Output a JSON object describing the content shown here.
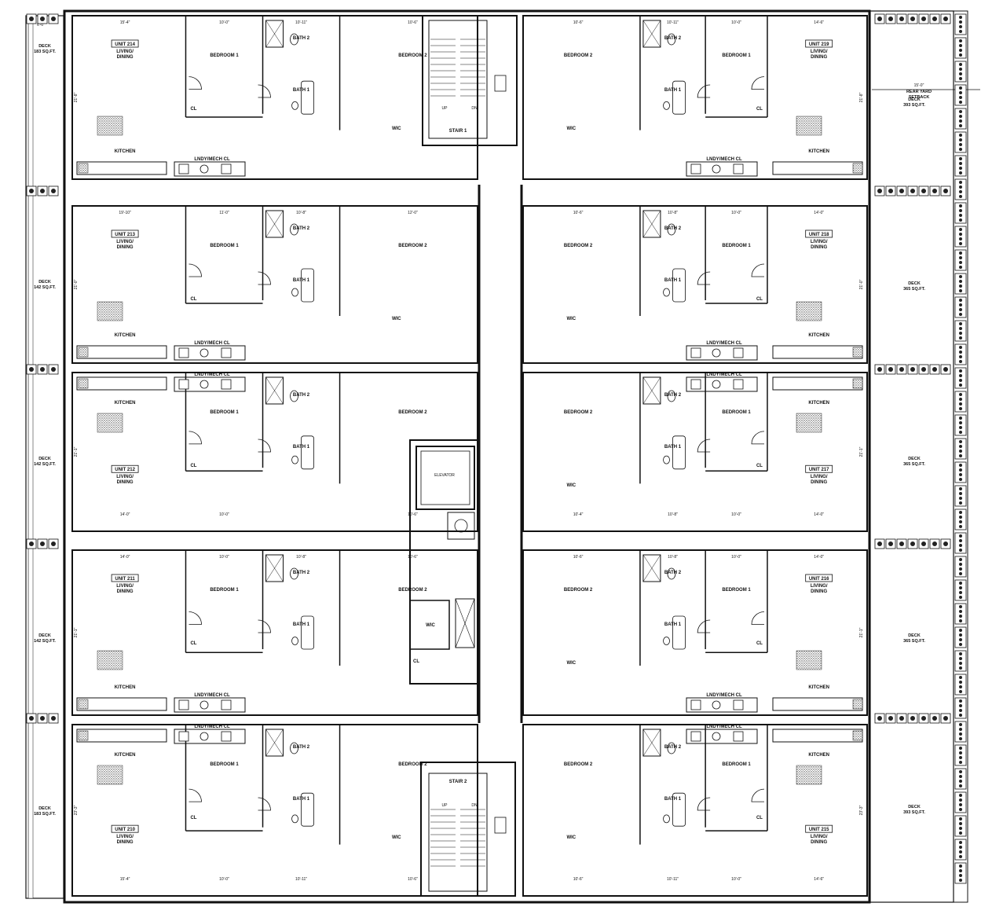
{
  "units": [
    {
      "id": "u214",
      "label": "UNIT 214",
      "rooms": [
        "LIVING/",
        "DINING"
      ],
      "kitchen": "KITCHEN",
      "bed1": "BEDROOM 1",
      "bed2": "BEDROOM 2",
      "bath1": "BATH 1",
      "bath2": "BATH 2",
      "wic": "WIC",
      "cl": "CL",
      "lndy": "LNDY/MECH CL",
      "dims": {
        "living": "15'-4\"",
        "bed1": "10'-0\"",
        "bath2": "10'-11\"",
        "bed2": "10'-6\"",
        "height": "21'-8\""
      }
    },
    {
      "id": "u213",
      "label": "UNIT 213",
      "rooms": [
        "LIVING/",
        "DINING"
      ],
      "kitchen": "KITCHEN",
      "bed1": "BEDROOM 1",
      "bed2": "BEDROOM 2",
      "bath1": "BATH 1",
      "bath2": "BATH 2",
      "wic": "WIC",
      "cl": "CL",
      "lndy": "LNDY/MECH CL",
      "dims": {
        "living": "19'-10\"",
        "bed1": "11'-0\"",
        "bath2": "10'-8\"",
        "bed2": "12'-0\"",
        "height": "21'-0\""
      }
    },
    {
      "id": "u212",
      "label": "UNIT 212",
      "rooms": [
        "LIVING/",
        "DINING"
      ],
      "kitchen": "KITCHEN",
      "bed1": "BEDROOM 1",
      "bed2": "BEDROOM 2",
      "bath1": "BATH 1",
      "bath2": "BATH 2",
      "cl": "CL",
      "lndy": "LNDY/MECH CL",
      "dims": {
        "living": "14'-0\"",
        "bed1": "10'-0\"",
        "bed2": "10'-6\"",
        "height": "21'-1\""
      }
    },
    {
      "id": "u211",
      "label": "UNIT 211",
      "rooms": [
        "LIVING/",
        "DINING"
      ],
      "kitchen": "KITCHEN",
      "bed1": "BEDROOM 1",
      "bed2": "BEDROOM 2",
      "bath1": "BATH 1",
      "bath2": "BATH 2",
      "cl": "CL",
      "lndy": "LNDY/MECH CL",
      "dims": {
        "living": "14'-0\"",
        "bed1": "10'-0\"",
        "bath2": "10'-8\"",
        "bed2": "10'-6\"",
        "height": "21'-1\""
      }
    },
    {
      "id": "u210",
      "label": "UNIT 210",
      "rooms": [
        "LIVING/",
        "DINING"
      ],
      "kitchen": "KITCHEN",
      "bed1": "BEDROOM 1",
      "bed2": "BEDROOM 2",
      "bath1": "BATH 1",
      "bath2": "BATH 2",
      "wic": "WIC",
      "cl": "CL",
      "lndy": "LNDY/MECH CL",
      "dims": {
        "living": "15'-4\"",
        "bed1": "10'-0\"",
        "bath2": "10'-11\"",
        "bed2": "10'-6\"",
        "height": "23'-3\""
      }
    },
    {
      "id": "u219",
      "label": "UNIT 219",
      "rooms": [
        "LIVING/",
        "DINING"
      ],
      "kitchen": "KITCHEN",
      "bed1": "BEDROOM 1",
      "bed2": "BEDROOM 2",
      "bath1": "BATH 1",
      "bath2": "BATH 2",
      "wic": "WIC",
      "cl": "CL",
      "lndy": "LNDY/MECH CL",
      "dims": {
        "living": "14'-6\"",
        "bed1": "10'-0\"",
        "bath2": "10'-11\"",
        "bed2": "10'-6\"",
        "height": "21'-8\""
      }
    },
    {
      "id": "u218",
      "label": "UNIT 218",
      "rooms": [
        "LIVING/",
        "DINING"
      ],
      "kitchen": "KITCHEN",
      "bed1": "BEDROOM 1",
      "bed2": "BEDROOM 2",
      "bath1": "BATH 1",
      "bath2": "BATH 2",
      "wic": "WIC",
      "cl": "CL",
      "lndy": "LNDY/MECH CL",
      "dims": {
        "living": "14'-0\"",
        "bed1": "10'-0\"",
        "bath2": "10'-8\"",
        "bed2": "10'-6\"",
        "height": "21'-0\""
      }
    },
    {
      "id": "u217",
      "label": "UNIT 217",
      "rooms": [
        "LIVING/",
        "DINING"
      ],
      "kitchen": "KITCHEN",
      "bed1": "BEDROOM 1",
      "bed2": "BEDROOM 2",
      "bath1": "BATH 1",
      "bath2": "BATH 2",
      "wic": "WIC",
      "cl": "CL",
      "lndy": "LNDY/MECH CL",
      "dims": {
        "living": "14'-0\"",
        "bed1": "10'-0\"",
        "bath2": "10'-8\"",
        "bed2": "10'-4\"",
        "height": "21'-1\""
      }
    },
    {
      "id": "u216",
      "label": "UNIT 216",
      "rooms": [
        "LIVING/",
        "DINING"
      ],
      "kitchen": "KITCHEN",
      "bed1": "BEDROOM 1",
      "bed2": "BEDROOM 2",
      "bath1": "BATH 1",
      "bath2": "BATH 2",
      "wic": "WIC",
      "cl": "CL",
      "lndy": "LNDY/MECH CL",
      "dims": {
        "living": "14'-0\"",
        "bed1": "10'-0\"",
        "bath2": "10'-8\"",
        "bed2": "10'-6\"",
        "height": "21'-1\""
      }
    },
    {
      "id": "u215",
      "label": "UNIT 215",
      "rooms": [
        "LIVING/",
        "DINING"
      ],
      "kitchen": "KITCHEN",
      "bed1": "BEDROOM 1",
      "bed2": "BEDROOM 2",
      "bath1": "BATH 1",
      "bath2": "BATH 2",
      "wic": "WIC",
      "cl": "CL",
      "lndy": "LNDY/MECH CL",
      "dims": {
        "living": "14'-6\"",
        "bed1": "10'-0\"",
        "bath2": "10'-11\"",
        "bed2": "10'-6\"",
        "height": "23'-3\""
      }
    }
  ],
  "core": {
    "stair1": "STAIR 1",
    "stair2": "STAIR 2",
    "elevator": "ELEVATOR",
    "up": "UP",
    "dn": "DN",
    "wic": "WIC",
    "cl": "CL"
  },
  "decks_left": [
    {
      "name": "DECK",
      "area": "183 SQ.FT."
    },
    {
      "name": "DECK",
      "area": "142 SQ.FT."
    },
    {
      "name": "DECK",
      "area": "142 SQ.FT."
    },
    {
      "name": "DECK",
      "area": "142 SQ.FT."
    },
    {
      "name": "DECK",
      "area": "183 SQ.FT."
    }
  ],
  "decks_right": [
    {
      "name": "DECK",
      "area": "393 SQ.FT."
    },
    {
      "name": "DECK",
      "area": "365 SQ.FT."
    },
    {
      "name": "DECK",
      "area": "365 SQ.FT."
    },
    {
      "name": "DECK",
      "area": "365 SQ.FT."
    },
    {
      "name": "DECK",
      "area": "393 SQ.FT."
    }
  ],
  "misc": {
    "left_deck_dim": "6'-0\"",
    "rear_setback_line1": "REAR YARD",
    "rear_setback_line2": "SETBACK",
    "rear_setback_dim": "15'-0\""
  },
  "colors": {
    "line": "#111111",
    "hatch": "#555555",
    "paper": "#ffffff"
  }
}
